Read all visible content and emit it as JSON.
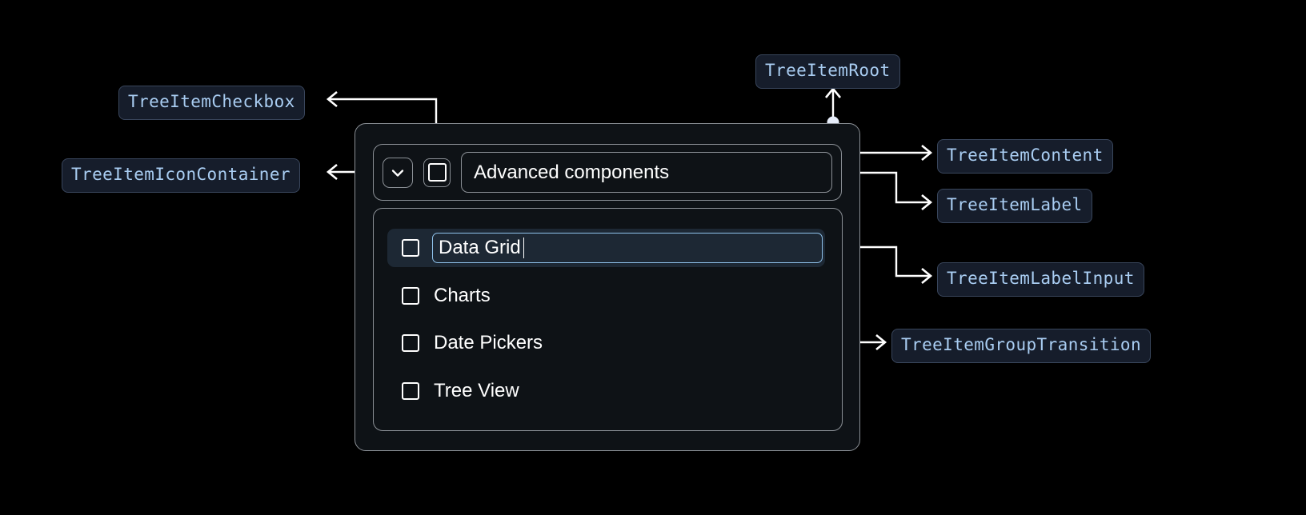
{
  "annotations": {
    "checkbox": "TreeItemCheckbox",
    "icon_container": "TreeItemIconContainer",
    "root": "TreeItemRoot",
    "content": "TreeItemContent",
    "label": "TreeItemLabel",
    "label_input": "TreeItemLabelInput",
    "group_transition": "TreeItemGroupTransition"
  },
  "colors": {
    "page_background": "#000000",
    "chip_background": "#161d2b",
    "chip_border": "#39465c",
    "chip_text": "#a9cdf2",
    "connector": "#ffffff",
    "node_border": "#8b9096",
    "node_background": "#0e1216",
    "selected_row_background": "#1d2834",
    "input_focus_border": "#8fc2eb",
    "text": "#ffffff"
  },
  "tree": {
    "root_item": {
      "label": "Advanced components",
      "expanded": true,
      "checked": false,
      "expand_icon": "chevron-down-icon"
    },
    "children": [
      {
        "label": "Data Grid",
        "checked": false,
        "editing": true,
        "selected": true
      },
      {
        "label": "Charts",
        "checked": false,
        "editing": false,
        "selected": false
      },
      {
        "label": "Date Pickers",
        "checked": false,
        "editing": false,
        "selected": false
      },
      {
        "label": "Tree View",
        "checked": false,
        "editing": false,
        "selected": false
      }
    ]
  }
}
